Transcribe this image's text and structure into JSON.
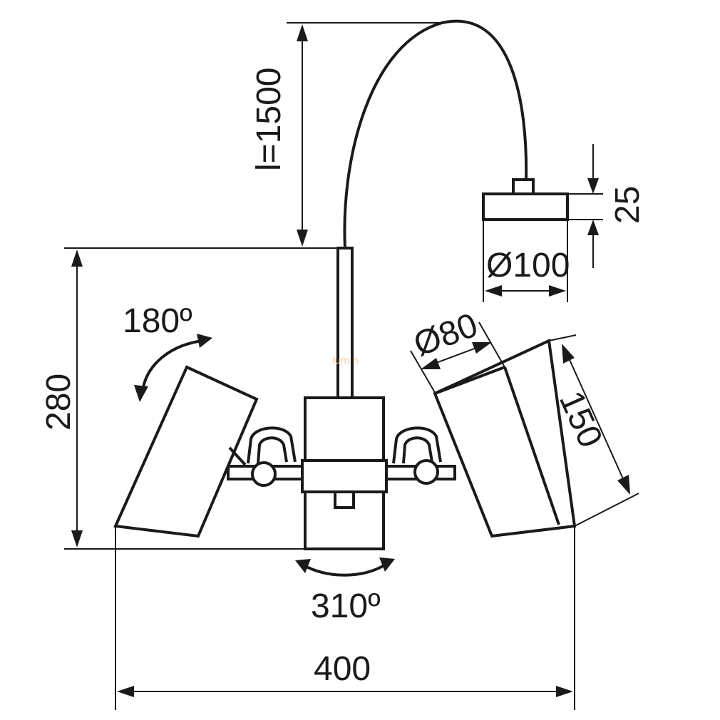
{
  "dimensions": {
    "cable_length": "l=1500",
    "canopy_height": "25",
    "canopy_diameter": "Ø100",
    "spot_diameter": "Ø80",
    "spot_length": "150",
    "height": "280",
    "rotation_spot": "180º",
    "rotation_base": "310º",
    "width": "400"
  },
  "watermark": "lum n",
  "colors": {
    "line": "#1a1a1a",
    "background": "#ffffff",
    "watermark": "#f0c9a8"
  }
}
